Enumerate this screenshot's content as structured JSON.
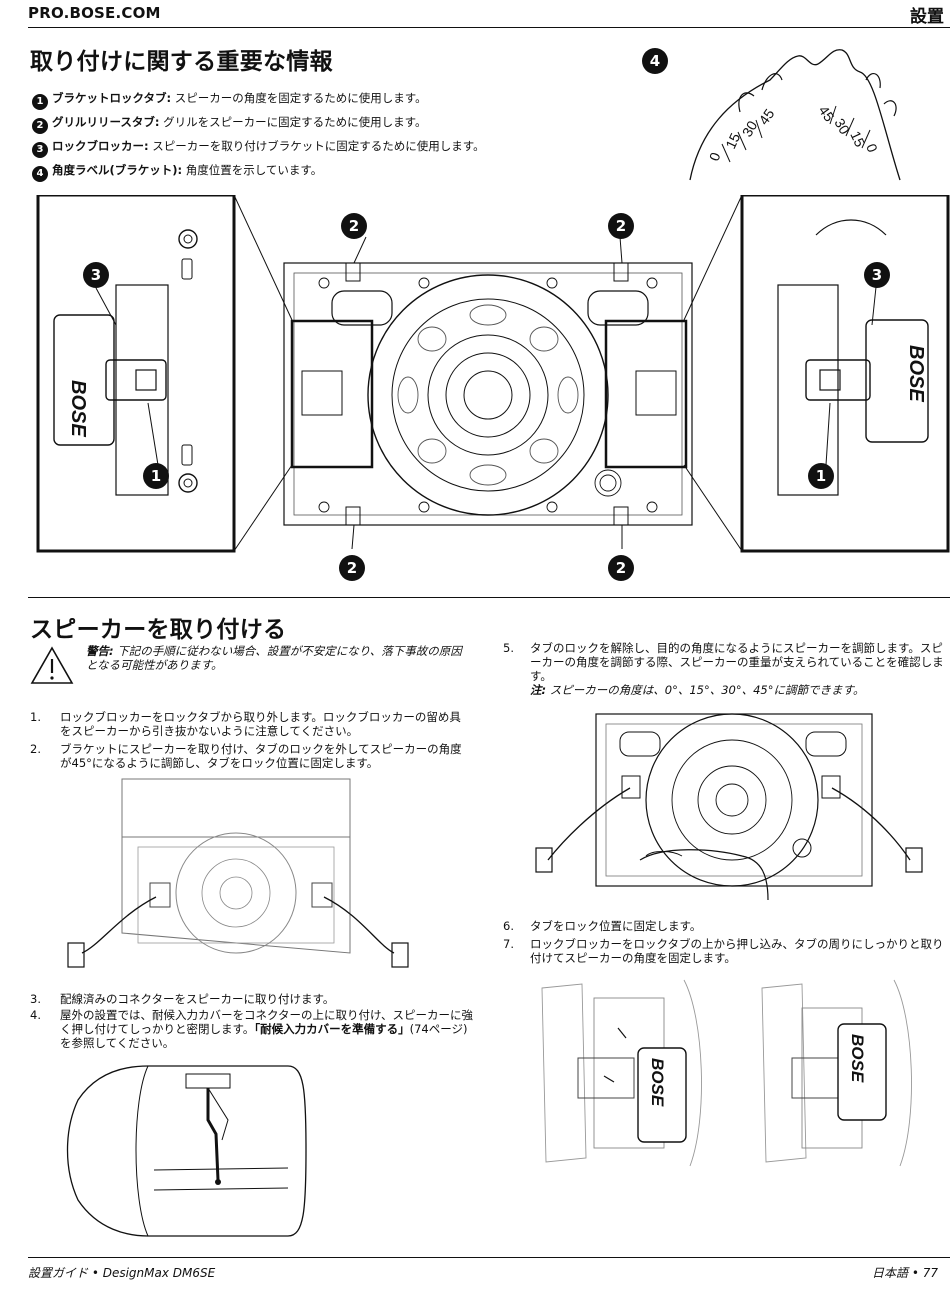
{
  "header": {
    "site": "PRO.BOSE.COM",
    "section": "設置"
  },
  "section1": {
    "title": "取り付けに関する重要な情報",
    "items": [
      {
        "num": "1",
        "label": "ブラケットロックタブ:",
        "text": " スピーカーの角度を固定するために使用します。"
      },
      {
        "num": "2",
        "label": "グリルリリースタブ:",
        "text": " グリルをスピーカーに固定するために使用します。"
      },
      {
        "num": "3",
        "label": "ロックブロッカー:",
        "text": " スピーカーを取り付けブラケットに固定するために使用します。"
      },
      {
        "num": "4",
        "label": "角度ラベル(ブラケット):",
        "text": " 角度位置を示しています。"
      }
    ],
    "angle_label_marks": [
      "0",
      "15",
      "30",
      "45",
      "45",
      "30",
      "15",
      "0"
    ],
    "callouts": {
      "c1": "1",
      "c2": "2",
      "c3": "3",
      "c4": "4"
    },
    "brand_mark": "BOSE"
  },
  "section2": {
    "title": "スピーカーを取り付ける",
    "warning_label": "警告:",
    "warning_text": " 下記の手順に従わない場合、設置が不安定になり、落下事故の原因となる可能性があります。",
    "steps": [
      {
        "num": "1.",
        "text": "ロックブロッカーをロックタブから取り外します。ロックブロッカーの留め具をスピーカーから引き抜かないように注意してください。"
      },
      {
        "num": "2.",
        "text": "ブラケットにスピーカーを取り付け、タブのロックを外してスピーカーの角度が45°になるように調節し、タブをロック位置に固定します。"
      },
      {
        "num": "3.",
        "text": "配線済みのコネクターをスピーカーに取り付けます。"
      },
      {
        "num": "4.",
        "text_a": "屋外の設置では、耐候入力カバーをコネクターの上に取り付け、スピーカーに強く押し付けてしっかりと密閉します。",
        "text_bold": "「耐候入力カバーを準備する」",
        "text_b": "(74ページ)を参照してください。"
      },
      {
        "num": "5.",
        "text": "タブのロックを解除し、目的の角度になるようにスピーカーを調節します。スピーカーの角度を調節する際、スピーカーの重量が支えられていることを確認します。",
        "note_label": "注:",
        "note_text": " スピーカーの角度は、0°、15°、30°、45°に調節できます。"
      },
      {
        "num": "6.",
        "text": "タブをロック位置に固定します。"
      },
      {
        "num": "7.",
        "text": "ロックブロッカーをロックタブの上から押し込み、タブの周りにしっかりと取り付けてスピーカーの角度を固定します。"
      }
    ]
  },
  "footer": {
    "left": "設置ガイド • DesignMax DM6SE",
    "right": "日本語 • 77"
  }
}
